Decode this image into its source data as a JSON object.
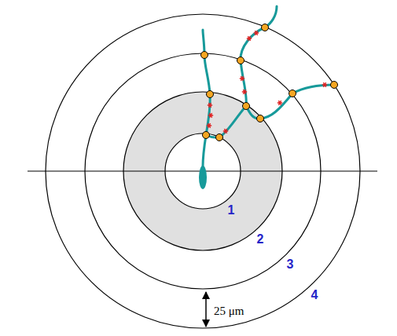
{
  "diagram": {
    "labels": [
      "1",
      "2",
      "3",
      "4",
      "25 μm"
    ]
  }
}
